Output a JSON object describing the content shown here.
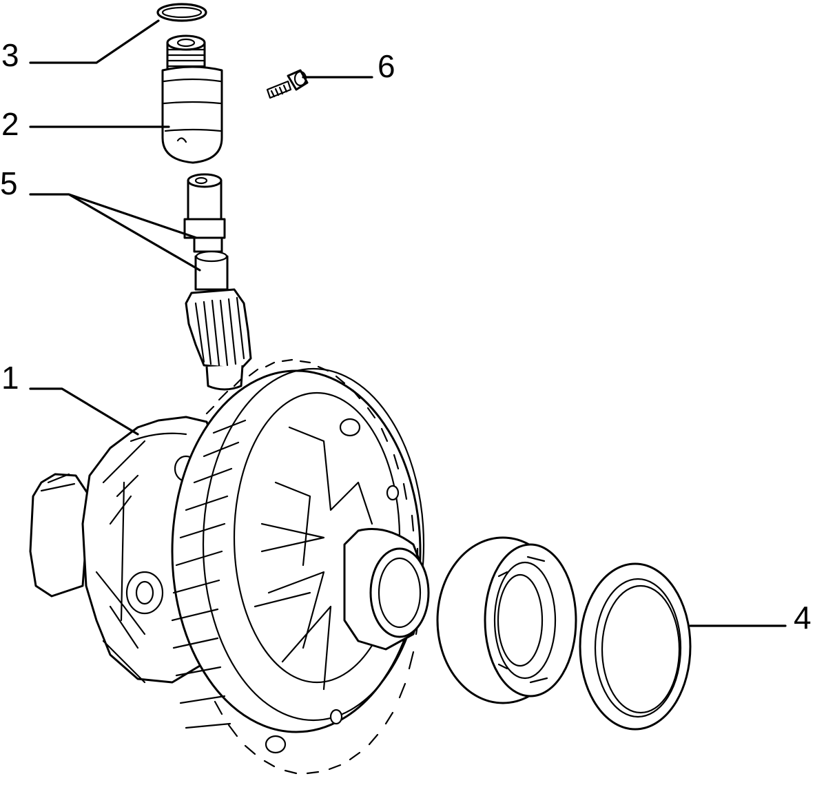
{
  "diagram": {
    "callouts": [
      {
        "id": "1",
        "text": "1",
        "part": "differential-housing"
      },
      {
        "id": "2",
        "text": "2",
        "part": "speedometer-drive-bushing"
      },
      {
        "id": "3",
        "text": "3",
        "part": "o-ring"
      },
      {
        "id": "4",
        "text": "4",
        "part": "bearing-seal-ring"
      },
      {
        "id": "5",
        "text": "5",
        "part": "speedometer-drive-shaft-and-pinion"
      },
      {
        "id": "6",
        "text": "6",
        "part": "screw"
      }
    ],
    "colors": {
      "ink": "#000000",
      "paper": "#ffffff"
    }
  }
}
